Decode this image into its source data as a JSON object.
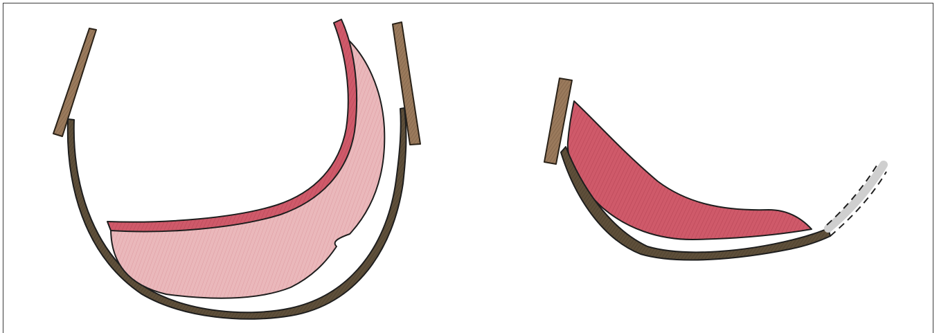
{
  "figure": {
    "panels": [
      {
        "name": "left-panel",
        "elements": [
          "upper-left-strip",
          "upper-right-strip",
          "outer-curved-band",
          "inner-red-layer"
        ]
      },
      {
        "name": "right-panel",
        "elements": [
          "vertical-strip",
          "curved-band",
          "red-layer",
          "dashed-extension"
        ]
      }
    ],
    "colors": {
      "strip": "#9a7a5c",
      "band": "#5e4f3a",
      "red_layer": "#d0606f",
      "red_layer_light": "#e8b3b7",
      "outline": "#1e1e1e",
      "dashed": "#c8c8c8"
    }
  }
}
